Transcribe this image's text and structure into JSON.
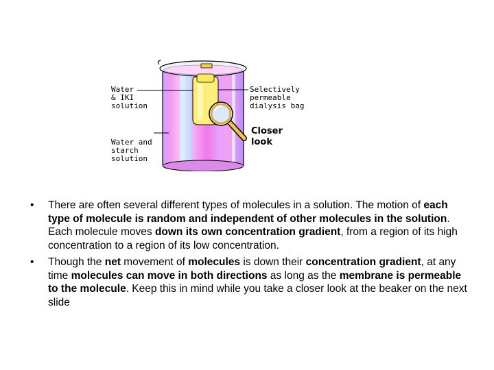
{
  "figure": {
    "label_water_iki": "Water\n& IKI\nsolution",
    "label_water_starch": "Water and\nstarch\nsolution",
    "label_bag": "Selectively\npermeable\ndialysis bag",
    "label_closer": "Closer\nlook",
    "icon": "magnifying-glass"
  },
  "bullets": [
    {
      "segments": [
        {
          "text": "There are often several different types of molecules in a solution. The motion of ",
          "bold": false
        },
        {
          "text": "each type of molecule is random and independent of other molecules in the solution",
          "bold": true
        },
        {
          "text": ". Each molecule moves ",
          "bold": false
        },
        {
          "text": "down its own concentration gradient",
          "bold": true
        },
        {
          "text": ", from a region of its high concentration to a region of its low concentration.",
          "bold": false
        }
      ]
    },
    {
      "segments": [
        {
          "text": "Though the ",
          "bold": false
        },
        {
          "text": "net",
          "bold": true
        },
        {
          "text": " movement of ",
          "bold": false
        },
        {
          "text": "molecules",
          "bold": true
        },
        {
          "text": " is down their ",
          "bold": false
        },
        {
          "text": "concentration gradient",
          "bold": true
        },
        {
          "text": ", at any time ",
          "bold": false
        },
        {
          "text": "molecules can move in both directions",
          "bold": true
        },
        {
          "text": " as long as the ",
          "bold": false
        },
        {
          "text": "membrane is permeable to the molecule",
          "bold": true
        },
        {
          "text": ". Keep this in mind while you take a closer look at the beaker on the next slide",
          "bold": false
        }
      ]
    }
  ]
}
